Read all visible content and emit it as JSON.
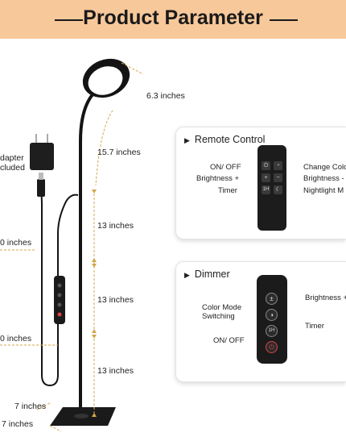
{
  "banner": {
    "title": "Product Parameter"
  },
  "lamp": {
    "dimensions": {
      "head": "6.3 inches",
      "neck": "15.7 inches",
      "upper": "13 inches",
      "middle": "13 inches",
      "lower": "13 inches",
      "base_depth": "7 inches",
      "base_width": "7 inches",
      "cable_top": "0 inches",
      "cable_bottom": "0 inches"
    },
    "adapter": {
      "line1": "dapter",
      "line2": "cluded"
    }
  },
  "remote_panel": {
    "title": "Remote Control",
    "left_labels": [
      "ON/ OFF",
      "Brightness +",
      "Timer"
    ],
    "right_labels": [
      "Change Colo",
      "Brightness -",
      "Nightlight M"
    ],
    "buttons": [
      "⏻",
      "◔",
      "+",
      "−",
      "1H",
      "☾"
    ]
  },
  "dimmer_panel": {
    "title": "Dimmer",
    "color_mode_line1": "Color Mode",
    "color_mode_line2": "Switching",
    "on_off": "ON/ OFF",
    "brightness": "Brightness +",
    "timer": "Timer",
    "buttons": [
      "±",
      "◑",
      "1H",
      "⏻"
    ]
  },
  "colors": {
    "banner": "#f7c89a",
    "lamp": "#141414",
    "accent": "#d4a64a",
    "timer_button": "#e04040"
  },
  "icons": [
    "power-icon",
    "color-change-icon",
    "plus-icon",
    "minus-icon",
    "timer-icon",
    "moon-icon",
    "color-mode-icon"
  ]
}
